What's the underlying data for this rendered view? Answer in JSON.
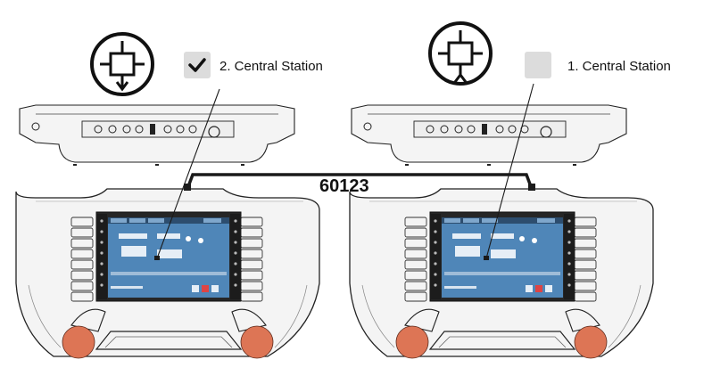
{
  "stations": [
    {
      "label": "2. Central Station",
      "checked": true
    },
    {
      "label": "1. Central Station",
      "checked": false
    }
  ],
  "cable": {
    "label": "60123"
  },
  "colors": {
    "line": "#1a1a1a",
    "screen": "#4f86b8",
    "screen_dark": "#1c1c1c",
    "checkbox": "#dcdcdc",
    "joystick": "#dd7555",
    "body": "#f4f4f4"
  },
  "icons": {
    "symbol": "connection-symbol-icon",
    "check": "checkmark-icon"
  }
}
